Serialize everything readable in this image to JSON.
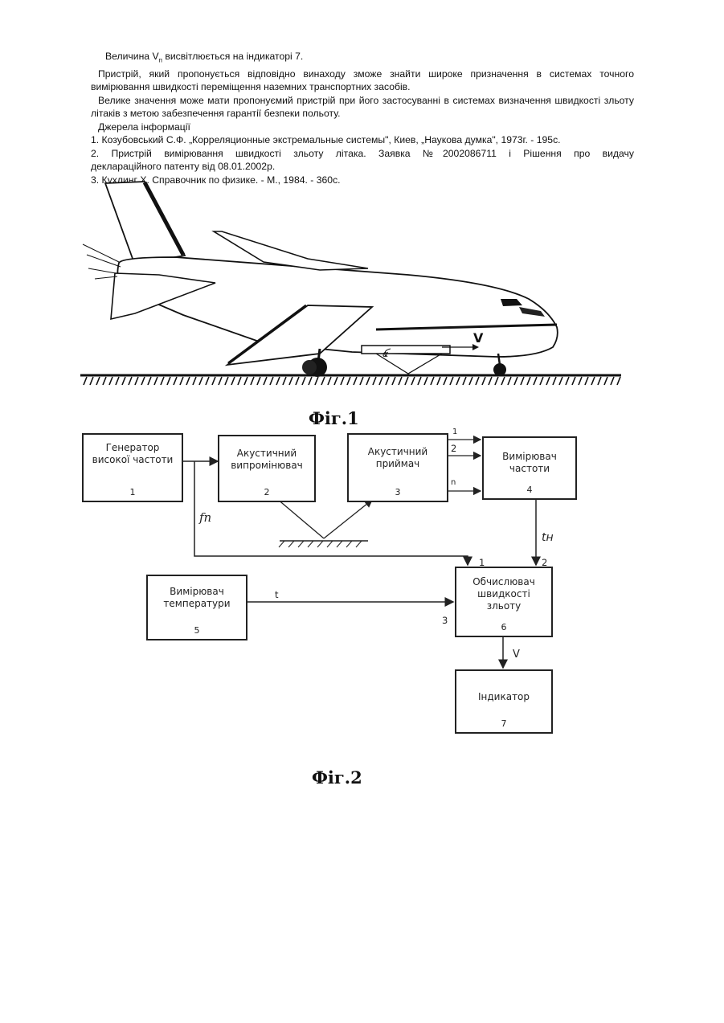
{
  "paragraphs": {
    "p1_main": "Величина V",
    "p1_sub": "п",
    "p1_rest": " висвітлюється на індикаторі 7.",
    "p2": "Пристрій, який пропонується відповідно винаходу зможе знайти широке призначення в системах точного вимірювання швидкості переміщення наземних транспортних засобів.",
    "p3": "Велике значення може мати пропонуємий пристрій при його застосуванні в системах визначення швидкості зльоту літаків з метою забезпечення гарантії безпеки польоту.",
    "sources_heading": "Джерела інформації",
    "ref1": "1. Козубовський С.Ф. „Корреляционные экстремальные системы\", Киев, „Наукова думка\", 1973г. - 195с.",
    "ref2_line1": "2. Пристрій вимірювання швидкості зльоту літака. Заявка №2002086711 і Рішення про видачу",
    "ref2_line2": "деклараційного патенту від 08.01.2002р.",
    "ref3": "3. Кухлинг Х. Справочник по физике. - М., 1984. - 360с."
  },
  "figure1": {
    "caption": "Фіг.1",
    "velocity_label": "V",
    "angle_label": "α"
  },
  "figure2": {
    "caption": "Фіг.2",
    "blocks": {
      "b1": {
        "label": "Генератор високої частоти",
        "num": "1"
      },
      "b2": {
        "label": "Акустичний випромінювач",
        "num": "2"
      },
      "b3": {
        "label": "Акустичний приймач",
        "num": "3"
      },
      "b4": {
        "label": "Вимірювач частоти",
        "num": "4"
      },
      "b5": {
        "label": "Вимірювач температури",
        "num": "5"
      },
      "b6": {
        "label": "Обчислювач швидкості зльоту",
        "num": "6"
      },
      "b7": {
        "label": "Індикатор",
        "num": "7"
      }
    },
    "signals": {
      "fn": "fn",
      "tn": "tн",
      "t": "t",
      "v": "V",
      "ch1": "1",
      "ch2": "2",
      "chn": "n",
      "in1": "1",
      "in2": "2",
      "in3": "3"
    }
  }
}
